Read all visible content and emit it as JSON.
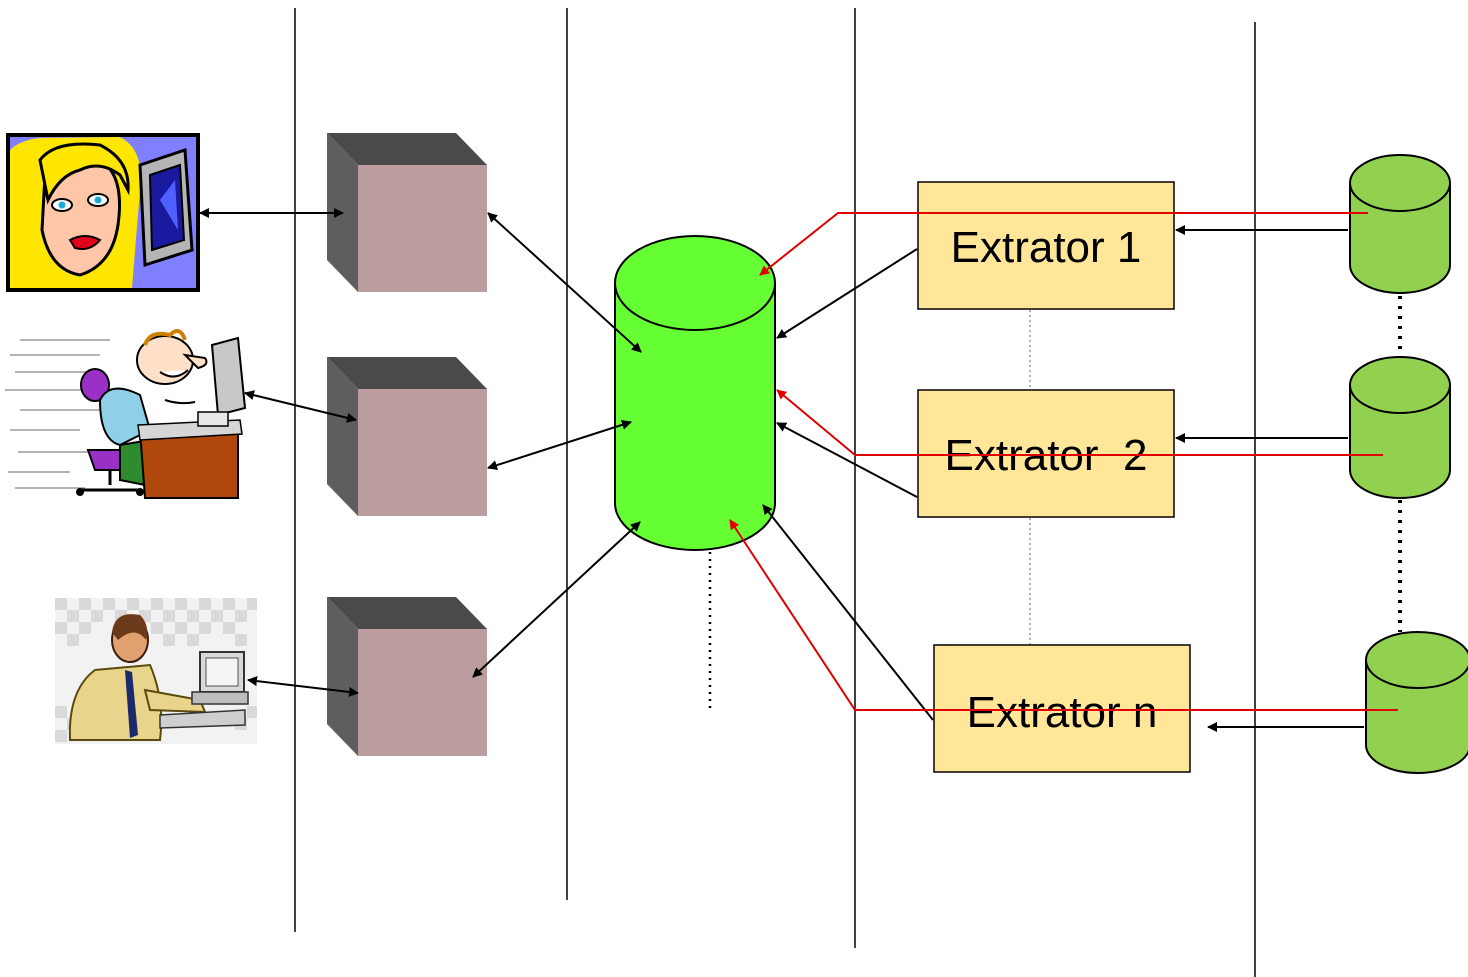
{
  "diagram": {
    "extractors": [
      {
        "label": "Extrator 1"
      },
      {
        "label": "Extrator  2"
      },
      {
        "label": "Extrator n"
      }
    ],
    "colors": {
      "central_db": "#66ff33",
      "source_db": "#92d050",
      "server_box_front": "#bb9d9f",
      "server_box_side": "#5e5e5e",
      "server_box_top": "#4a4a4a",
      "extractor_fill": "#ffe699",
      "red_flow": "#e00000"
    },
    "icons": [
      "woman-at-computer-icon",
      "man-typing-icon",
      "man-at-desk-icon"
    ]
  }
}
